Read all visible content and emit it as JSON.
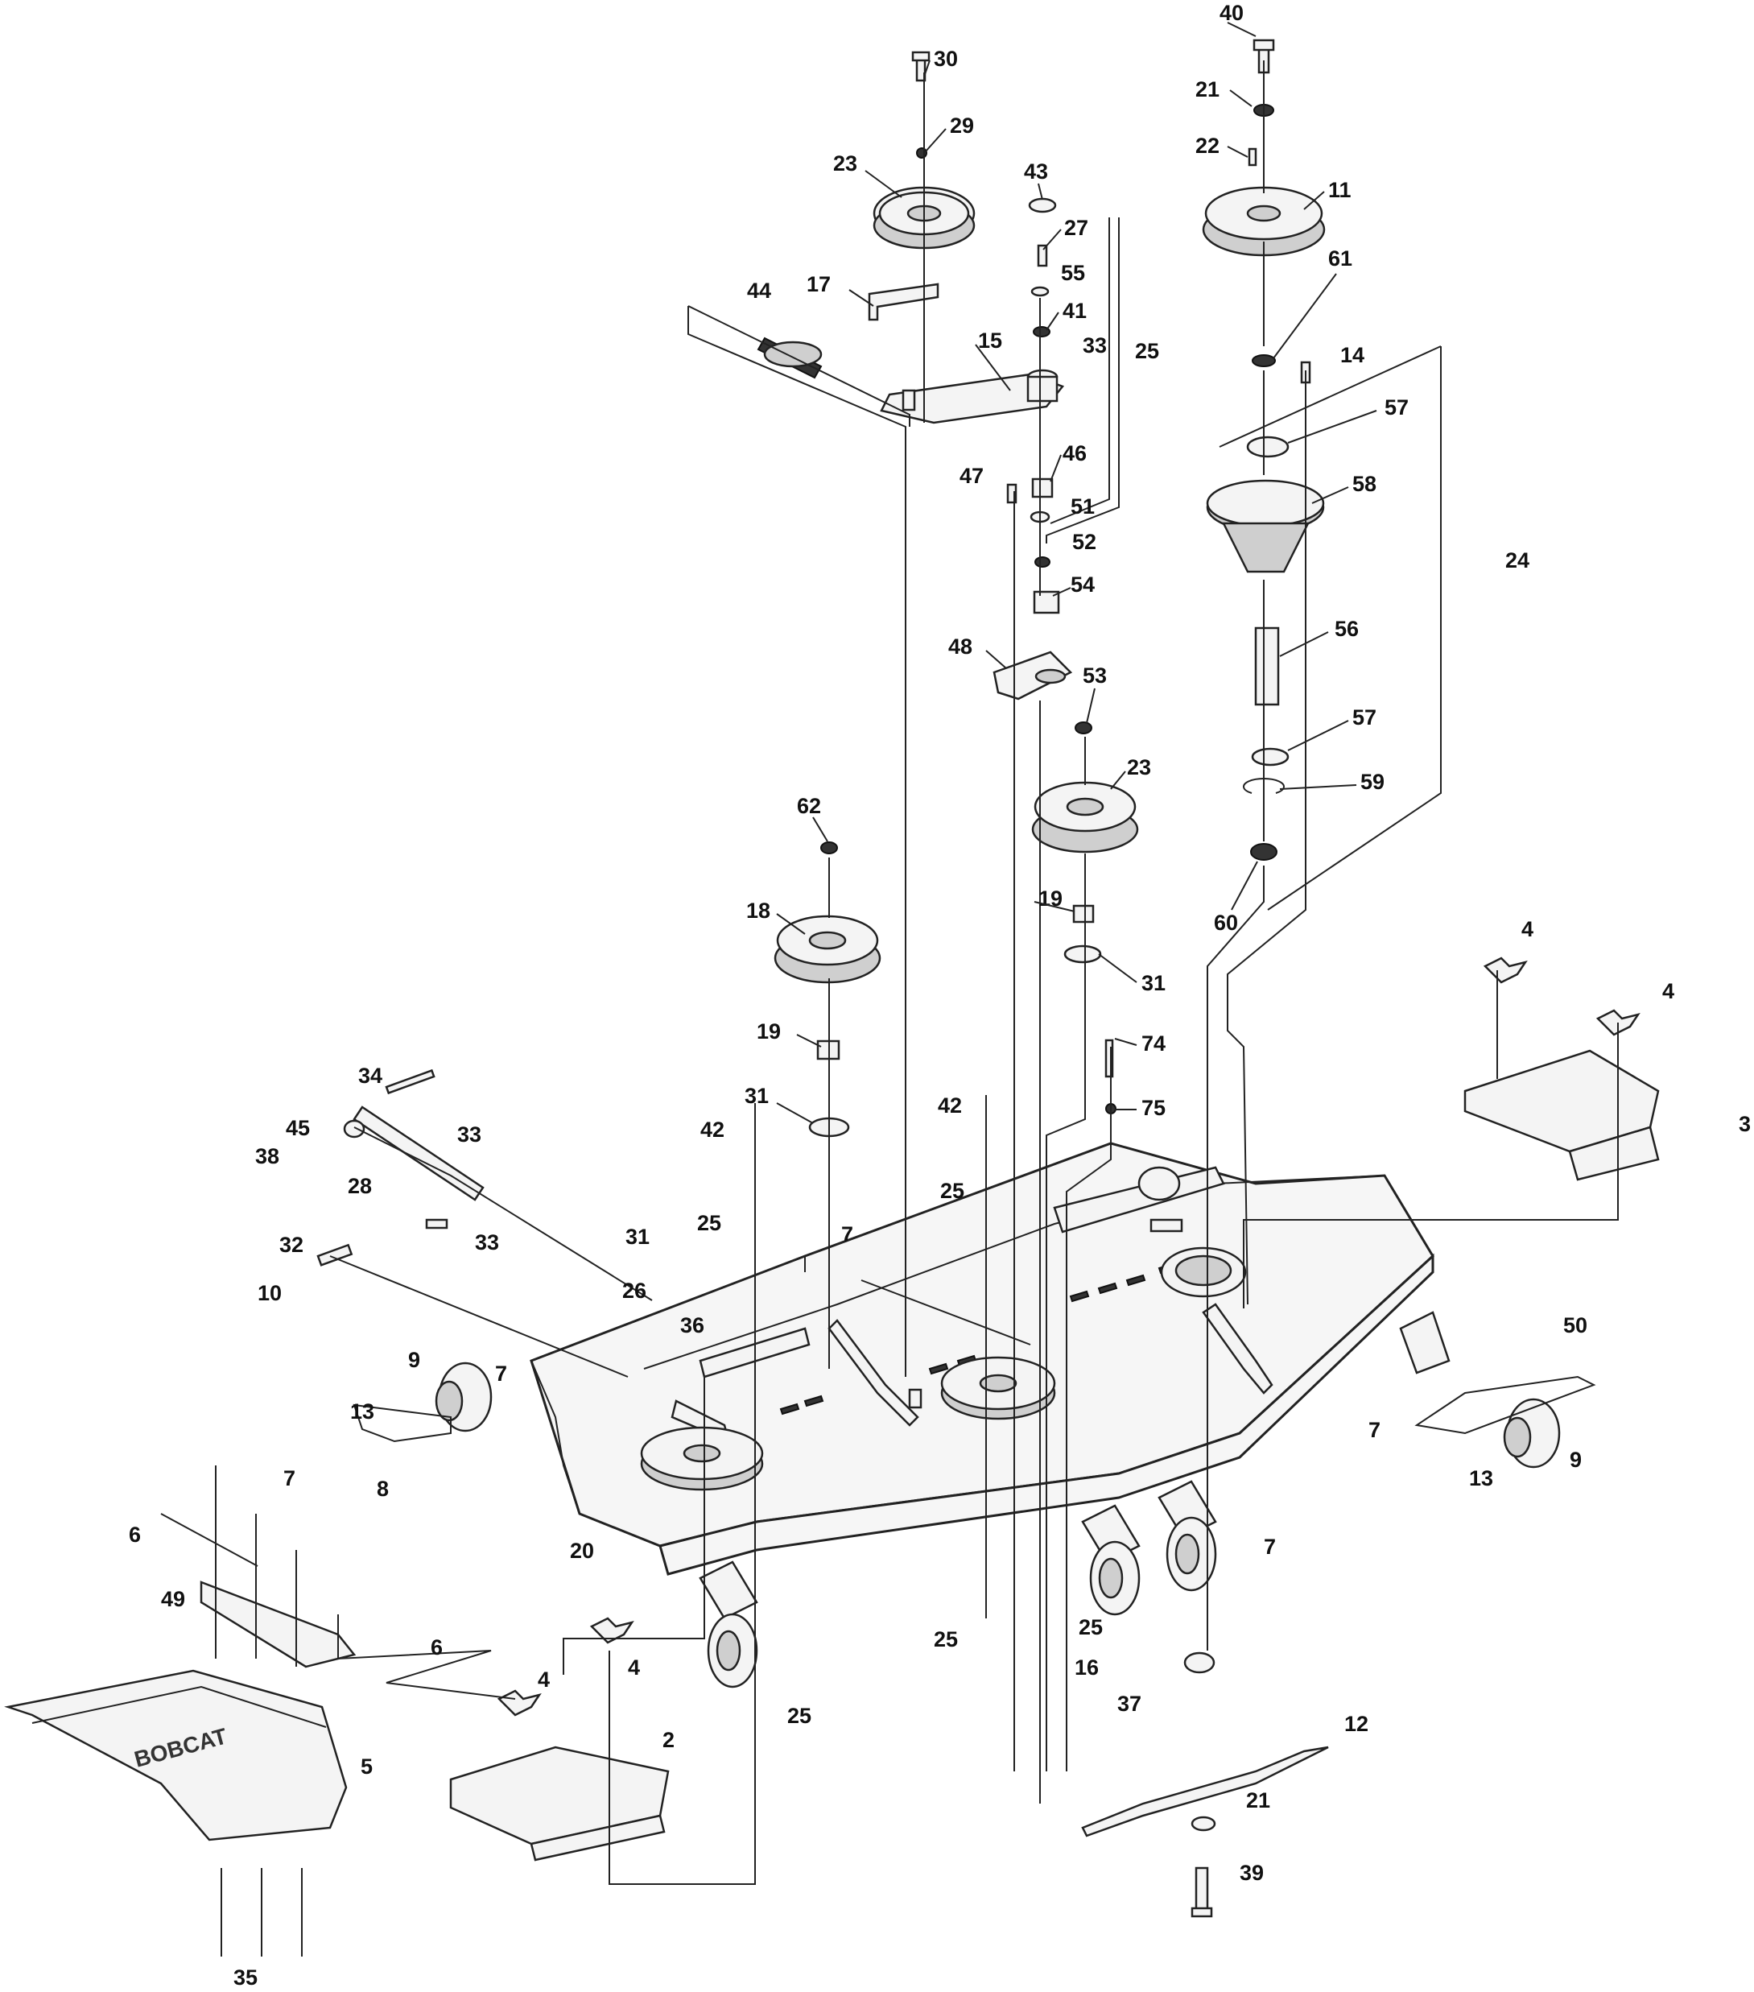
{
  "diagram": {
    "logo_text": "BOBCAT",
    "callouts": [
      {
        "id": "c40",
        "text": "40"
      },
      {
        "id": "c21a",
        "text": "21"
      },
      {
        "id": "c22",
        "text": "22"
      },
      {
        "id": "c11",
        "text": "11"
      },
      {
        "id": "c61",
        "text": "61"
      },
      {
        "id": "c14",
        "text": "14"
      },
      {
        "id": "c57a",
        "text": "57"
      },
      {
        "id": "c58",
        "text": "58"
      },
      {
        "id": "c24",
        "text": "24"
      },
      {
        "id": "c56",
        "text": "56"
      },
      {
        "id": "c57b",
        "text": "57"
      },
      {
        "id": "c59",
        "text": "59"
      },
      {
        "id": "c60",
        "text": "60"
      },
      {
        "id": "c30",
        "text": "30"
      },
      {
        "id": "c29",
        "text": "29"
      },
      {
        "id": "c23a",
        "text": "23"
      },
      {
        "id": "c43",
        "text": "43"
      },
      {
        "id": "c27",
        "text": "27"
      },
      {
        "id": "c55",
        "text": "55"
      },
      {
        "id": "c44",
        "text": "44"
      },
      {
        "id": "c17",
        "text": "17"
      },
      {
        "id": "c41",
        "text": "41"
      },
      {
        "id": "c15",
        "text": "15"
      },
      {
        "id": "c33a",
        "text": "33"
      },
      {
        "id": "c25a",
        "text": "25"
      },
      {
        "id": "c46",
        "text": "46"
      },
      {
        "id": "c47",
        "text": "47"
      },
      {
        "id": "c51",
        "text": "51"
      },
      {
        "id": "c52",
        "text": "52"
      },
      {
        "id": "c54",
        "text": "54"
      },
      {
        "id": "c48",
        "text": "48"
      },
      {
        "id": "c53",
        "text": "53"
      },
      {
        "id": "c23b",
        "text": "23"
      },
      {
        "id": "c62",
        "text": "62"
      },
      {
        "id": "c18",
        "text": "18"
      },
      {
        "id": "c19a",
        "text": "19"
      },
      {
        "id": "c31a",
        "text": "31"
      },
      {
        "id": "c19b",
        "text": "19"
      },
      {
        "id": "c31b",
        "text": "31"
      },
      {
        "id": "c74",
        "text": "74"
      },
      {
        "id": "c75",
        "text": "75"
      },
      {
        "id": "c42a",
        "text": "42"
      },
      {
        "id": "c42b",
        "text": "42"
      },
      {
        "id": "c34",
        "text": "34"
      },
      {
        "id": "c45",
        "text": "45"
      },
      {
        "id": "c33b",
        "text": "33"
      },
      {
        "id": "c38",
        "text": "38"
      },
      {
        "id": "c28",
        "text": "28"
      },
      {
        "id": "c33c",
        "text": "33"
      },
      {
        "id": "c32",
        "text": "32"
      },
      {
        "id": "c10",
        "text": "10"
      },
      {
        "id": "c31c",
        "text": "31"
      },
      {
        "id": "c26",
        "text": "26"
      },
      {
        "id": "c36",
        "text": "36"
      },
      {
        "id": "c25b",
        "text": "25"
      },
      {
        "id": "c7a",
        "text": "7"
      },
      {
        "id": "c25c",
        "text": "25"
      },
      {
        "id": "c4a",
        "text": "4"
      },
      {
        "id": "c4b",
        "text": "4"
      },
      {
        "id": "c3",
        "text": "3"
      },
      {
        "id": "c50",
        "text": "50"
      },
      {
        "id": "c9a",
        "text": "9"
      },
      {
        "id": "c7b",
        "text": "7"
      },
      {
        "id": "c13a",
        "text": "13"
      },
      {
        "id": "c8",
        "text": "8"
      },
      {
        "id": "c7c",
        "text": "7"
      },
      {
        "id": "c6a",
        "text": "6"
      },
      {
        "id": "c49",
        "text": "49"
      },
      {
        "id": "c20",
        "text": "20"
      },
      {
        "id": "c6b",
        "text": "6"
      },
      {
        "id": "c7d",
        "text": "7"
      },
      {
        "id": "c13b",
        "text": "13"
      },
      {
        "id": "c9b",
        "text": "9"
      },
      {
        "id": "c7e",
        "text": "7"
      },
      {
        "id": "c25d",
        "text": "25"
      },
      {
        "id": "c25e",
        "text": "25"
      },
      {
        "id": "c16",
        "text": "16"
      },
      {
        "id": "c37",
        "text": "37"
      },
      {
        "id": "c4c",
        "text": "4"
      },
      {
        "id": "c4d",
        "text": "4"
      },
      {
        "id": "c25f",
        "text": "25"
      },
      {
        "id": "c12",
        "text": "12"
      },
      {
        "id": "c2",
        "text": "2"
      },
      {
        "id": "c5",
        "text": "5"
      },
      {
        "id": "c21b",
        "text": "21"
      },
      {
        "id": "c39",
        "text": "39"
      },
      {
        "id": "c35",
        "text": "35"
      }
    ]
  }
}
